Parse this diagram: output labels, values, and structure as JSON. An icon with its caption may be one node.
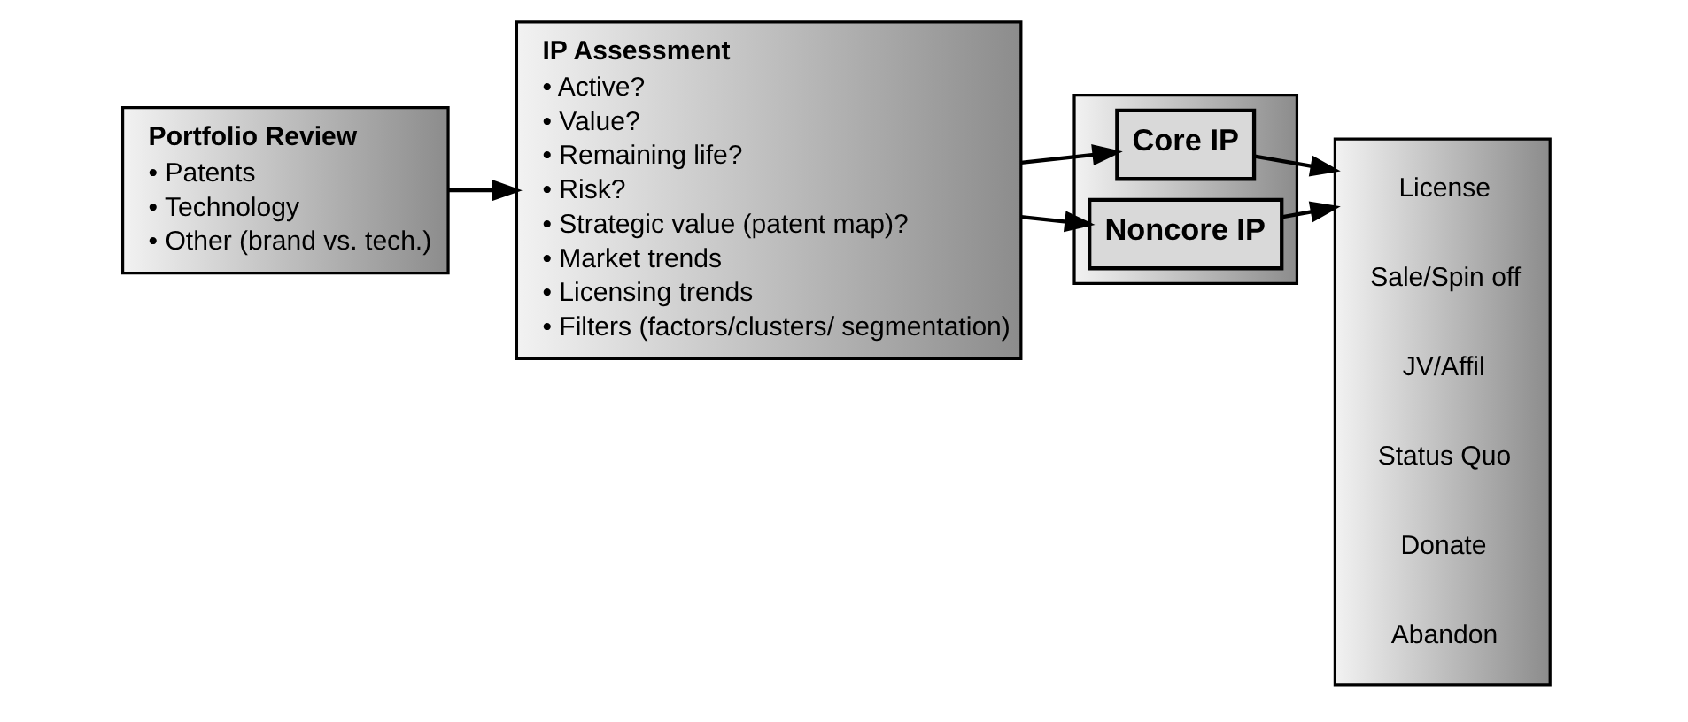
{
  "diagram": {
    "nodes": [
      {
        "text": [
          "Portfolio Review",
          "• Patents",
          "• Technology",
          "• Other (brand vs. tech.)"
        ]
      },
      {
        "text": [
          "IP Assessment",
          "• Active?",
          "• Value?",
          "• Remaining life?",
          "• Risk?",
          "• Strategic value (patent map)?",
          "• Market trends",
          "• Licensing trends",
          "• Filters (factors/clusters/ segmentation)"
        ]
      },
      {
        "text": [],
        "shape": "box"
      },
      {
        "text": [
          "Core IP"
        ],
        "in": 2
      },
      {
        "text": [
          "Noncore IP"
        ],
        "in": 2
      },
      {
        "text": [],
        "shape": "box"
      },
      {
        "text": [
          "License"
        ],
        "in": 5
      },
      {
        "text": [
          "Sale/Spin off"
        ],
        "in": 5
      },
      {
        "text": [
          "JV/Affil"
        ],
        "in": 5
      },
      {
        "text": [
          "Status Quo"
        ],
        "in": 5
      },
      {
        "text": [
          "Donate"
        ],
        "in": 5
      },
      {
        "text": [
          "Abandon"
        ],
        "in": 5
      }
    ],
    "edges": [
      {
        "from": 0,
        "to": 1,
        "arrow": "to"
      },
      {
        "from": 1,
        "to": 3,
        "arrow": "to"
      },
      {
        "from": 1,
        "to": 4,
        "arrow": "to"
      },
      {
        "from": 3,
        "to": 5,
        "arrow": "to"
      },
      {
        "from": 4,
        "to": 5,
        "arrow": "to"
      }
    ]
  }
}
